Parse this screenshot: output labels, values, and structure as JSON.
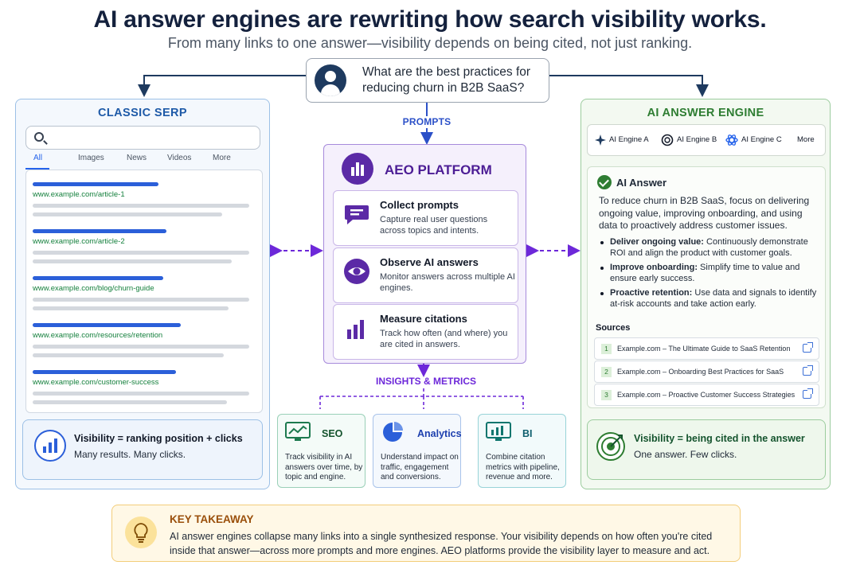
{
  "header": {
    "title": "AI answer engines are rewriting how search visibility works.",
    "subtitle": "From many links to one answer—visibility depends on being cited, not just ranking."
  },
  "query": {
    "text": "What are the best practices for reducing churn in B2B SaaS?"
  },
  "flow_labels": {
    "prompts": "PROMPTS",
    "insights": "INSIGHTS & METRICS"
  },
  "serp": {
    "title": "CLASSIC SERP",
    "tabs": [
      "All",
      "Images",
      "News",
      "Videos",
      "More"
    ],
    "results": [
      {
        "url": "www.example.com/article-1"
      },
      {
        "url": "www.example.com/article-2"
      },
      {
        "url": "www.example.com/blog/churn-guide"
      },
      {
        "url": "www.example.com/resources/retention"
      },
      {
        "url": "www.example.com/customer-success"
      }
    ],
    "visibility": {
      "title": "Visibility = ranking position + clicks",
      "subtitle": "Many results. Many clicks."
    }
  },
  "aeo": {
    "title": "AEO PLATFORM",
    "steps": [
      {
        "title": "Collect prompts",
        "desc": "Capture real user questions across topics and intents."
      },
      {
        "title": "Observe AI answers",
        "desc": "Monitor answers across multiple AI engines."
      },
      {
        "title": "Measure citations",
        "desc": "Track how often (and where) you are cited in answers."
      }
    ]
  },
  "insights": [
    {
      "title": "SEO",
      "desc": "Track visibility in AI answers over time, by topic and engine."
    },
    {
      "title": "Analytics",
      "desc": "Understand impact on traffic, engagement and conversions."
    },
    {
      "title": "BI",
      "desc": "Combine citation metrics with pipeline, revenue and more."
    }
  ],
  "engine": {
    "title": "AI ANSWER ENGINE",
    "tabs": [
      "AI Engine A",
      "AI Engine B",
      "AI Engine C",
      "More"
    ],
    "answer": {
      "title": "AI Answer",
      "intro": "To reduce churn in B2B SaaS, focus on delivering ongoing value, improving onboarding, and using data to proactively address customer issues.",
      "bullets": [
        {
          "lead": "Deliver ongoing value:",
          "text": " Continuously demonstrate ROI and align the product with customer goals."
        },
        {
          "lead": "Improve onboarding:",
          "text": " Simplify time to value and ensure early success."
        },
        {
          "lead": "Proactive retention:",
          "text": " Use data and signals to identify at-risk accounts and take action early."
        }
      ]
    },
    "sources_title": "Sources",
    "sources": [
      {
        "num": "1",
        "text": "Example.com – The Ultimate Guide to SaaS Retention"
      },
      {
        "num": "2",
        "text": "Example.com – Onboarding Best Practices for SaaS"
      },
      {
        "num": "3",
        "text": "Example.com – Proactive Customer Success Strategies"
      }
    ],
    "visibility": {
      "title": "Visibility = being cited in the answer",
      "subtitle": "One answer. Few clicks."
    }
  },
  "takeaway": {
    "title": "KEY TAKEAWAY",
    "body": "AI answer engines collapse many links into a single synthesized response. Your visibility depends on how often you're cited inside that answer—across more prompts and more engines.  AEO platforms provide the visibility layer to measure and act."
  },
  "colors": {
    "serp_accent": "#1e5aa8",
    "aeo_accent": "#5b2aa6",
    "engine_accent": "#2e7d32",
    "takeaway_accent": "#9a4f0b"
  }
}
